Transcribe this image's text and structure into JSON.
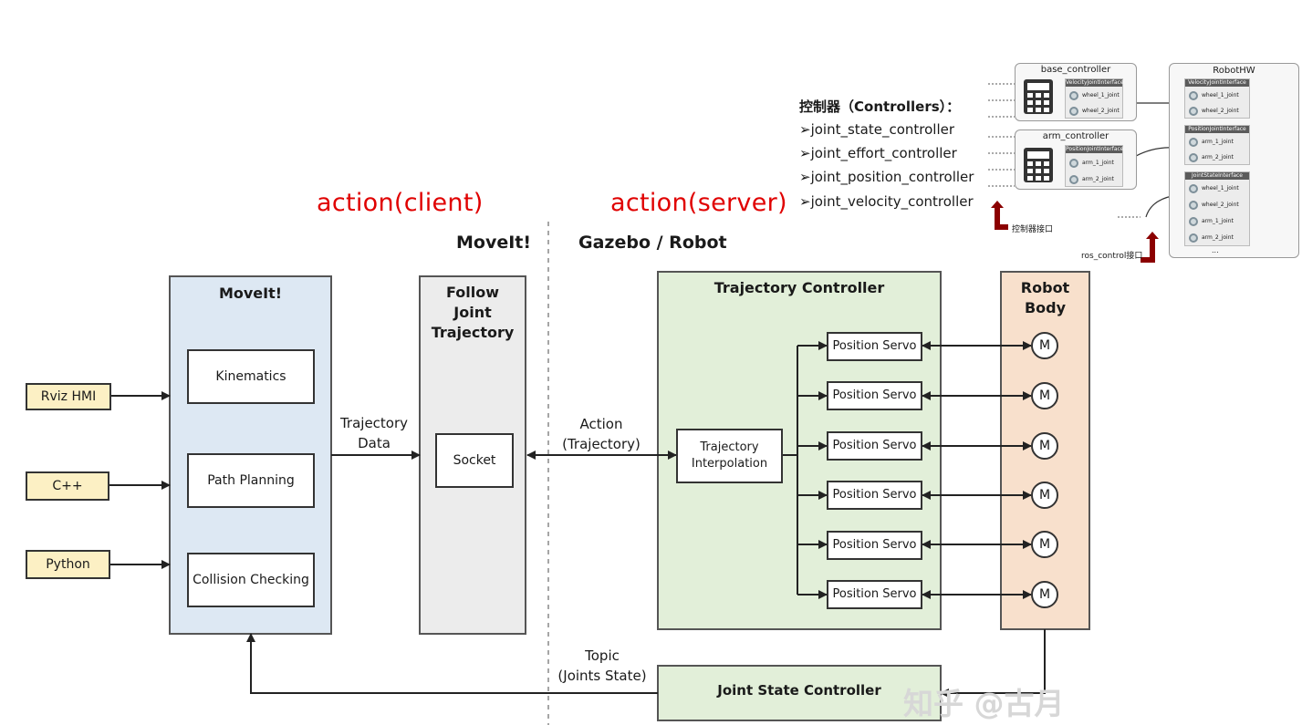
{
  "labels": {
    "action_client": "action(client)",
    "action_server": "action(server)",
    "header_moveit": "MoveIt!",
    "header_gazebo": "Gazebo / Robot"
  },
  "inputs": [
    "Rviz HMI",
    "C++",
    "Python"
  ],
  "moveit_panel": {
    "title": "MoveIt!",
    "items": [
      "Kinematics",
      "Path Planning",
      "Collision Checking"
    ]
  },
  "follow_panel": {
    "title_lines": [
      "Follow",
      "Joint",
      "Trajectory"
    ],
    "socket": "Socket"
  },
  "traj_data": [
    "Trajectory",
    "Data"
  ],
  "action_traj": [
    "Action",
    "(Trajectory)"
  ],
  "traj_controller": {
    "title": "Trajectory Controller",
    "interp_lines": [
      "Trajectory",
      "Interpolation"
    ],
    "servos": [
      "Position Servo",
      "Position Servo",
      "Position Servo",
      "Position Servo",
      "Position Servo",
      "Position Servo"
    ]
  },
  "robot_body": {
    "title_lines": [
      "Robot",
      "Body"
    ],
    "motors": [
      "M",
      "M",
      "M",
      "M",
      "M",
      "M"
    ]
  },
  "topic": [
    "Topic",
    "(Joints State)"
  ],
  "joint_state_controller": "Joint State Controller",
  "watermark": "知乎 @古月",
  "inset": {
    "title": "控制器（Controllers）：",
    "bullet": "➢",
    "items": [
      "joint_state_controller",
      "joint_effort_controller",
      "joint_position_controller",
      "joint_velocity_controller"
    ],
    "base_controller": {
      "title": "base_controller",
      "iface": "VelocityJointInterface",
      "joints": [
        "wheel_1_joint",
        "wheel_2_joint"
      ]
    },
    "arm_controller": {
      "title": "arm_controller",
      "iface": "PositionJointInterface",
      "joints": [
        "arm_1_joint",
        "arm_2_joint"
      ]
    },
    "robothw": {
      "title": "RobotHW",
      "groups": [
        {
          "iface": "VelocityJointInterface",
          "joints": [
            "wheel_1_joint",
            "wheel_2_joint"
          ]
        },
        {
          "iface": "PositionJointInterface",
          "joints": [
            "arm_1_joint",
            "arm_2_joint"
          ]
        },
        {
          "iface": "JointStateInterface",
          "joints": [
            "wheel_1_joint",
            "wheel_2_joint",
            "arm_1_joint",
            "arm_2_joint"
          ]
        }
      ],
      "more": "..."
    },
    "controller_iface_label": "控制器接口",
    "ros_control_label": "ros_control接口"
  },
  "colors": {
    "red_label": "#e00000",
    "moveit_fill": "#dde8f3",
    "follow_fill": "#ececec",
    "controller_fill": "#e2efd9",
    "robot_fill": "#f8e0cc",
    "input_fill": "#fcf0c4",
    "dark_red_arrow": "#8b0000"
  }
}
